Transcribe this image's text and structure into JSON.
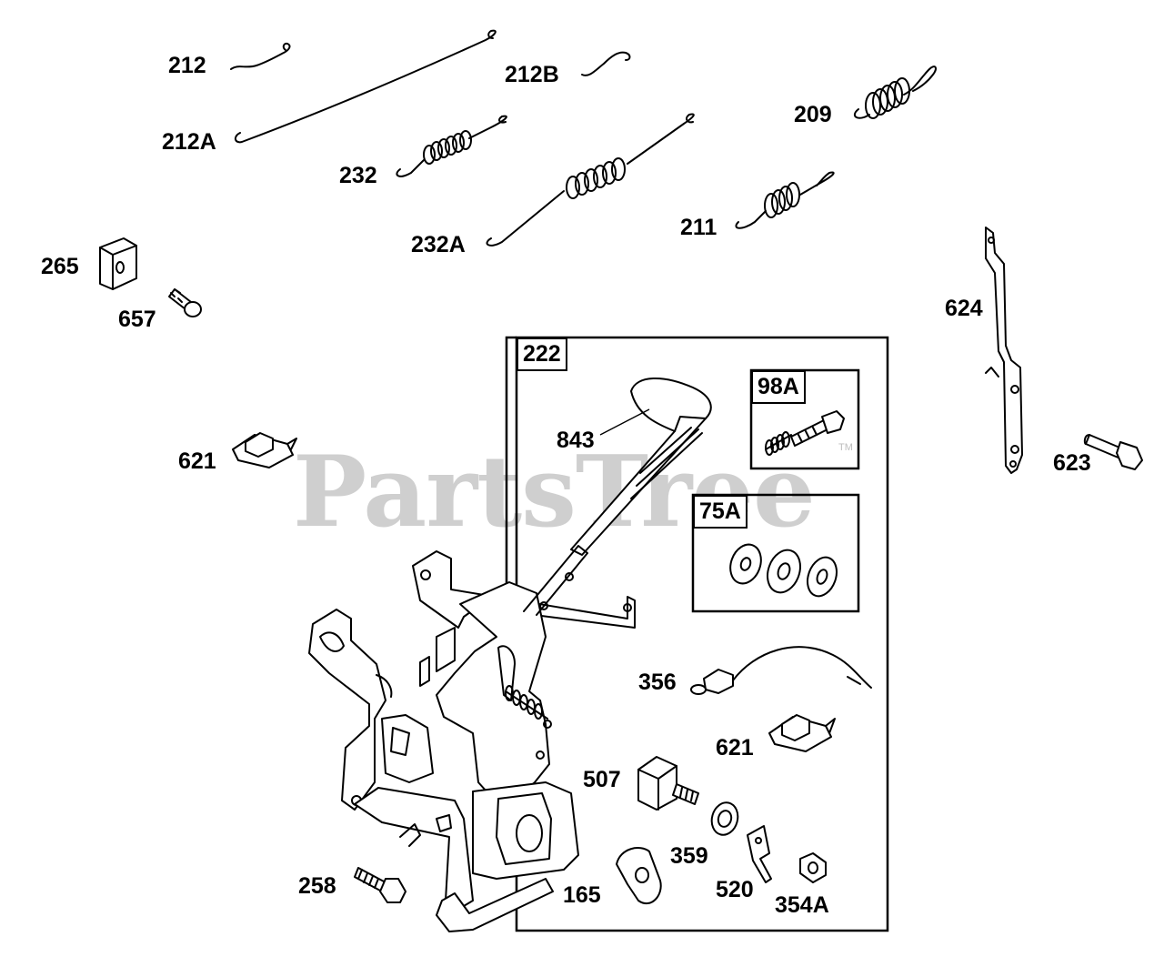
{
  "watermark": {
    "text": "PartsTree",
    "mark": "TM"
  },
  "groups": [
    {
      "id": "222",
      "label": "222"
    },
    {
      "id": "98A",
      "label": "98A"
    },
    {
      "id": "75A",
      "label": "75A"
    }
  ],
  "callouts": [
    {
      "id": "212",
      "text": "212"
    },
    {
      "id": "212A",
      "text": "212A"
    },
    {
      "id": "212B",
      "text": "212B"
    },
    {
      "id": "209",
      "text": "209"
    },
    {
      "id": "232",
      "text": "232"
    },
    {
      "id": "232A",
      "text": "232A"
    },
    {
      "id": "211",
      "text": "211"
    },
    {
      "id": "265",
      "text": "265"
    },
    {
      "id": "657",
      "text": "657"
    },
    {
      "id": "624",
      "text": "624"
    },
    {
      "id": "621a",
      "text": "621"
    },
    {
      "id": "843",
      "text": "843"
    },
    {
      "id": "623",
      "text": "623"
    },
    {
      "id": "356",
      "text": "356"
    },
    {
      "id": "621b",
      "text": "621"
    },
    {
      "id": "507",
      "text": "507"
    },
    {
      "id": "359",
      "text": "359"
    },
    {
      "id": "520",
      "text": "520"
    },
    {
      "id": "165",
      "text": "165"
    },
    {
      "id": "354A",
      "text": "354A"
    },
    {
      "id": "258",
      "text": "258"
    }
  ]
}
